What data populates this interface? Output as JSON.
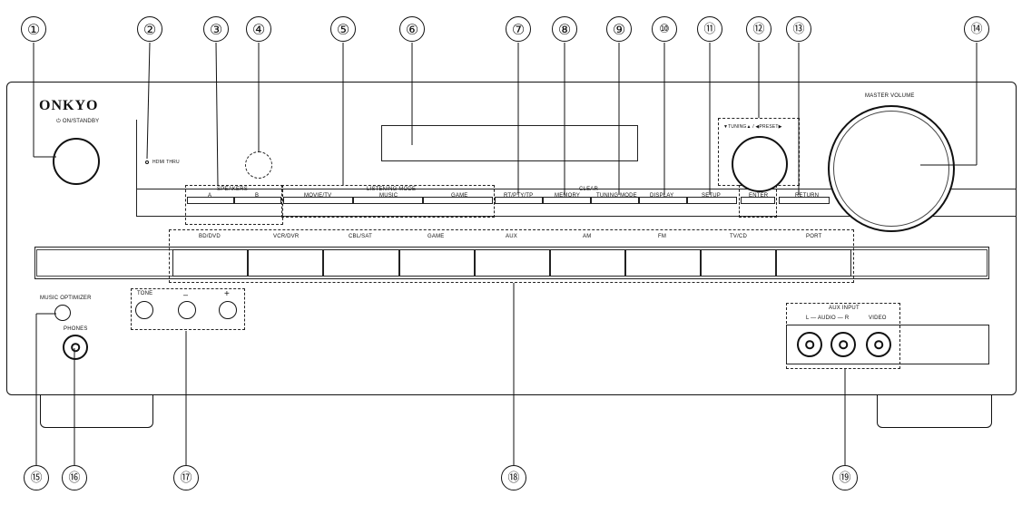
{
  "brand": "ONKYO",
  "power_label": "⏻ ON/STANDBY",
  "hdmi_thru": "HDMI THRU",
  "speakers": {
    "title": "SPEAKERS",
    "a": "A",
    "b": "B"
  },
  "listening_mode": {
    "title": "LISTENING MODE",
    "movie": "MOVIE/TV",
    "music": "MUSIC",
    "game": "GAME"
  },
  "buttons": {
    "rt": "RT/PTY/TP",
    "memory": "MEMORY",
    "clear": "CLEAR",
    "tuning_mode": "TUNING MODE",
    "display": "DISPLAY",
    "setup": "SETUP",
    "tuning_preset": "▼TUNING▲ / ◀PRESET▶",
    "enter": "ENTER",
    "return": "RETURN"
  },
  "master_volume": "MASTER VOLUME",
  "sources": [
    "BD/DVD",
    "VCR/DVR",
    "CBL/SAT",
    "GAME",
    "AUX",
    "AM",
    "FM",
    "TV/CD",
    "PORT"
  ],
  "music_optimizer": "MUSIC OPTIMIZER",
  "phones": "PHONES",
  "tone": {
    "title": "TONE",
    "minus": "–",
    "plus": "+"
  },
  "aux_input": {
    "title": "AUX INPUT",
    "audio": "L — AUDIO — R",
    "video": "VIDEO"
  },
  "callouts": [
    "①",
    "②",
    "③",
    "④",
    "⑤",
    "⑥",
    "⑦",
    "⑧",
    "⑨",
    "⑩",
    "⑪",
    "⑫",
    "⑬",
    "⑭",
    "⑮",
    "⑯",
    "⑰",
    "⑱",
    "⑲"
  ]
}
